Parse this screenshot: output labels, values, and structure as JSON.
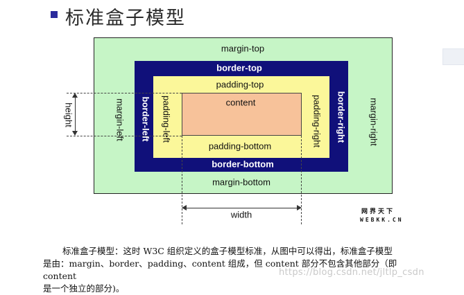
{
  "header": {
    "title": "标准盒子模型"
  },
  "diagram": {
    "margin_top": "margin-top",
    "margin_left": "margin-left",
    "margin_right": "margin-right",
    "margin_bottom": "margin-bottom",
    "border_top": "border-top",
    "border_left": "border-left",
    "border_right": "border-right",
    "border_bottom": "border-bottom",
    "padding_top": "padding-top",
    "padding_left": "padding-left",
    "padding_right": "padding-right",
    "padding_bottom": "padding-bottom",
    "content": "content",
    "height": "height",
    "width": "width"
  },
  "logo": {
    "line1": "网界天下",
    "line2": "WEBKK.CN"
  },
  "description": {
    "line1": "标准盒子模型：这时 W3C 组织定义的盒子模型标准，从图中可以得出，标准盒子模型",
    "line2": "是由：margin、border、padding、content 组成，但  content  部分不包含其他部分（即 content",
    "line3": "是一个独立的部分)。"
  },
  "watermark": "https://blog.csdn.net/jltlp_csdn",
  "colors": {
    "margin": "#c6f5c6",
    "border": "#10107a",
    "padding": "#fbf79a",
    "content": "#f7c29a"
  }
}
